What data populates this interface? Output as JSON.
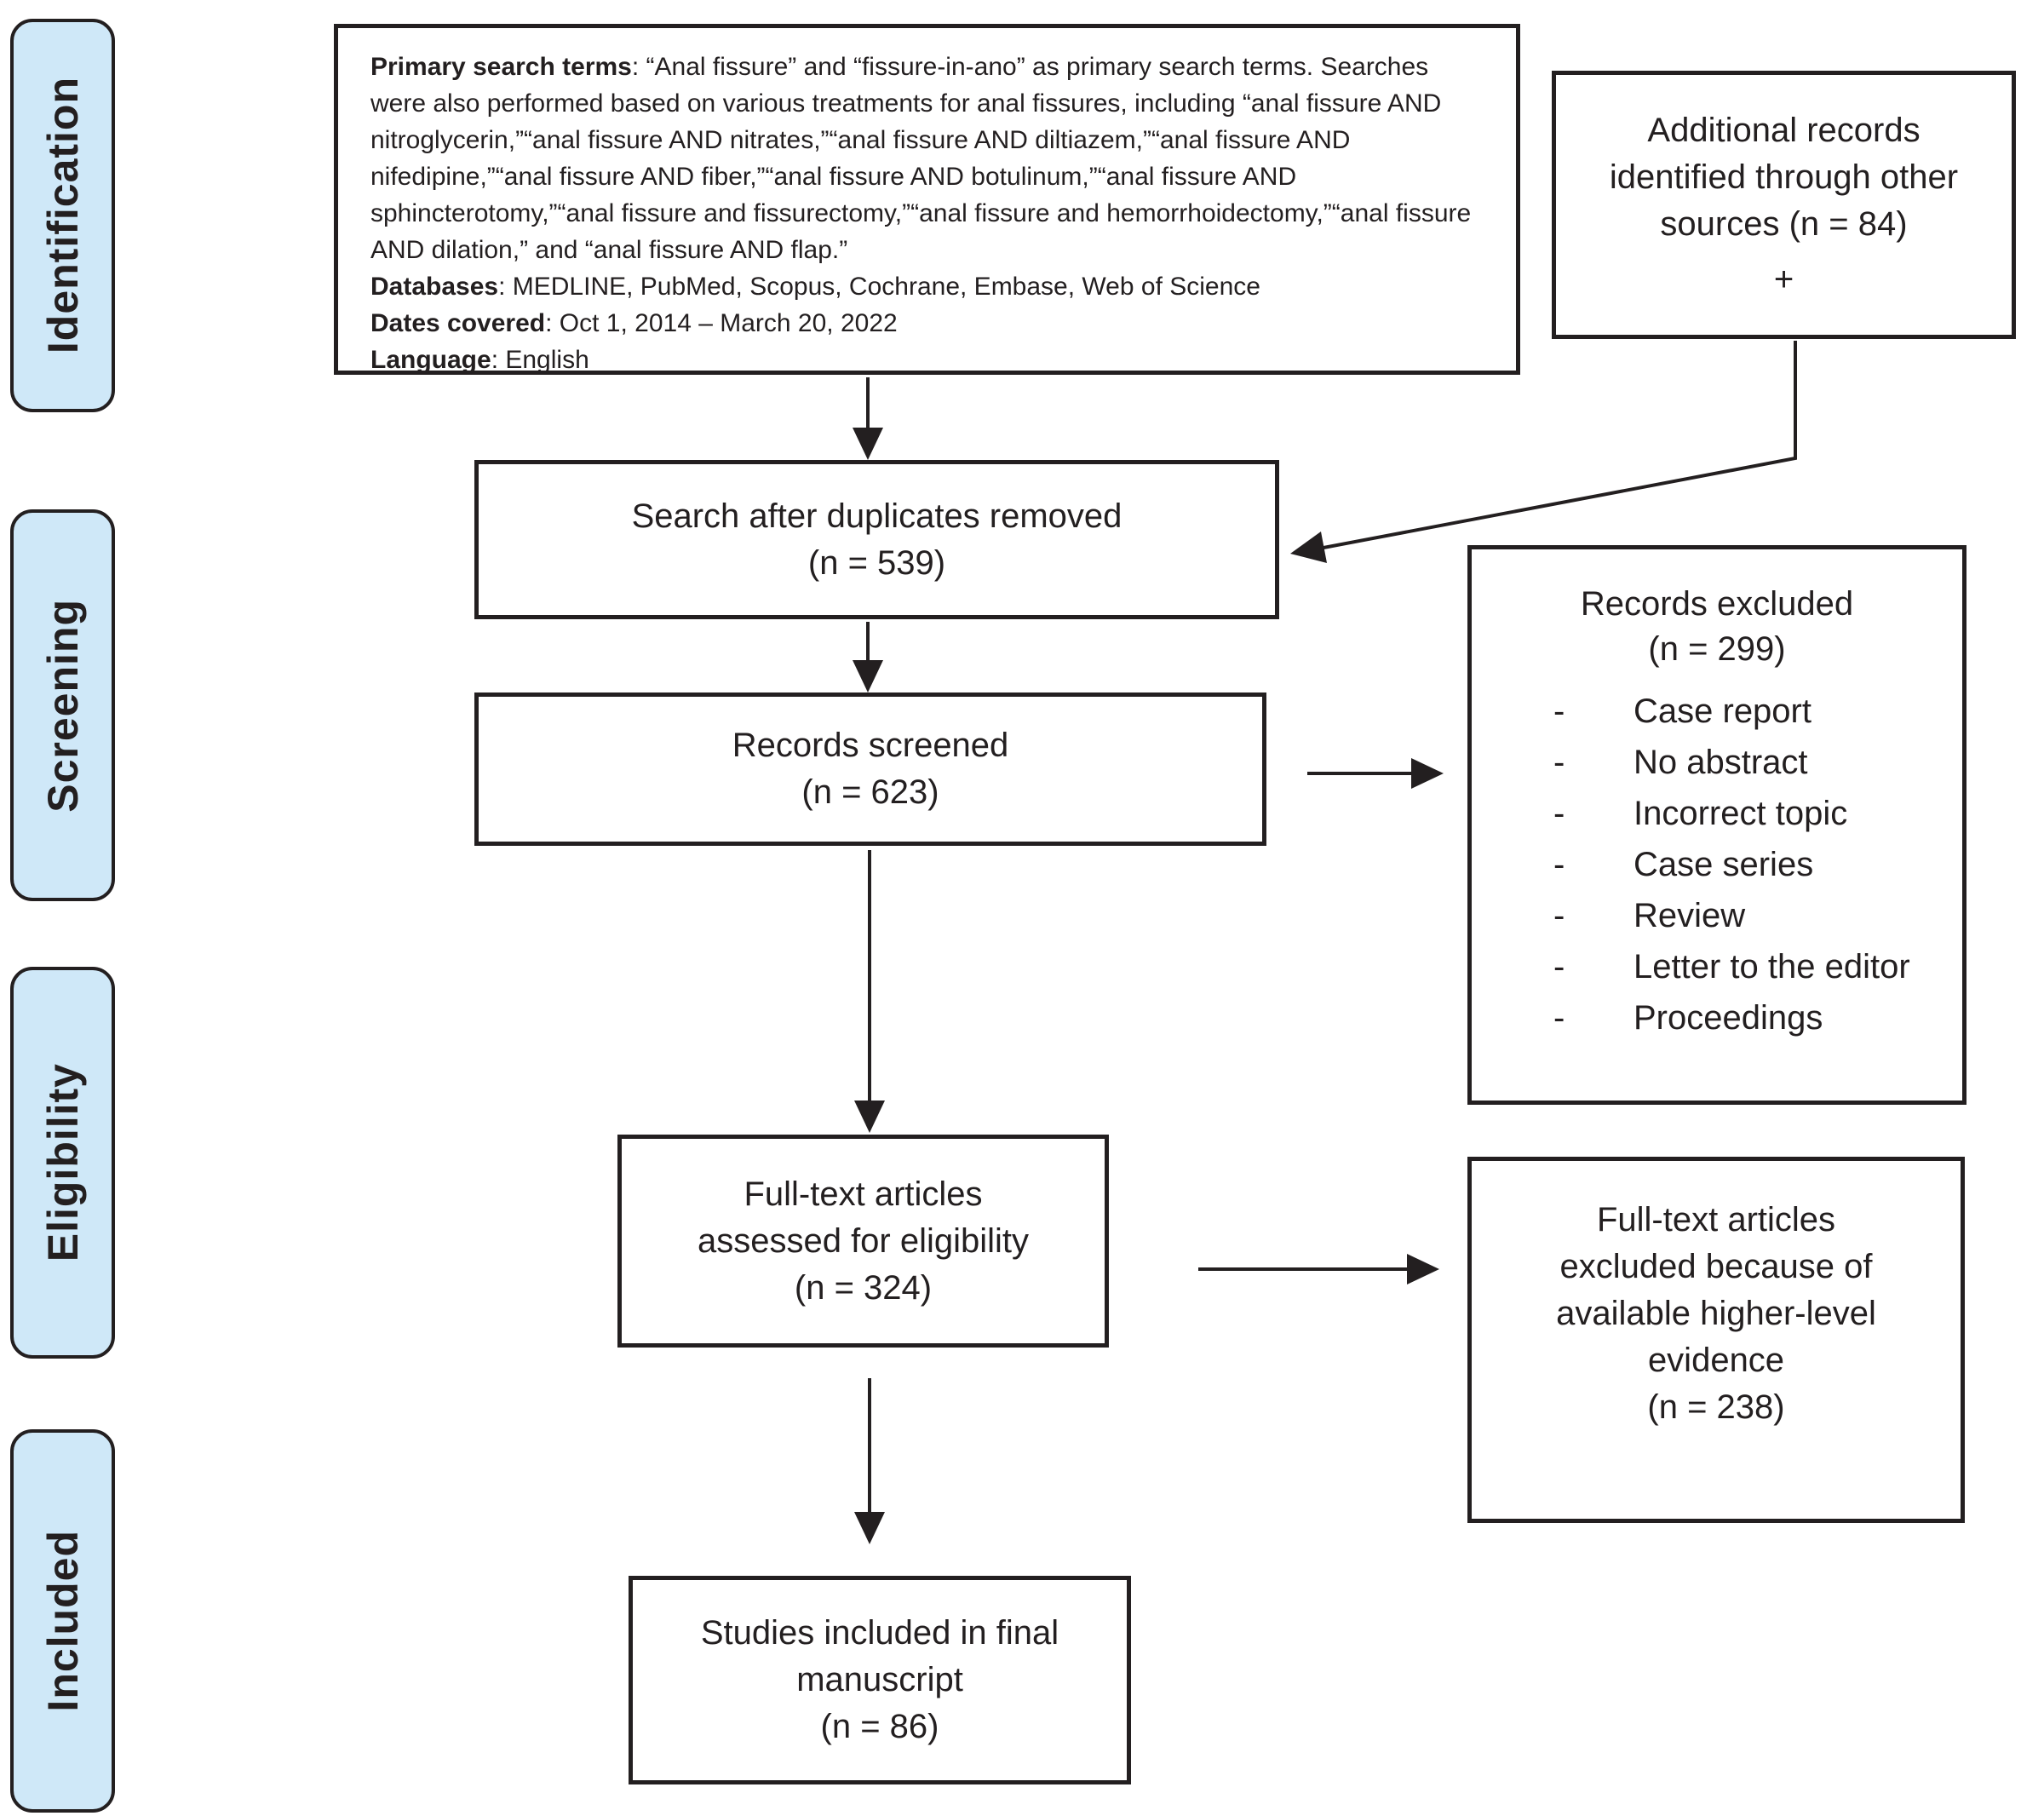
{
  "stages": [
    {
      "label": "Identification"
    },
    {
      "label": "Screening"
    },
    {
      "label": "Eligibility"
    },
    {
      "label": "Included"
    }
  ],
  "search_box": {
    "primary_label": "Primary search terms",
    "primary_text": ": “Anal fissure” and “fissure-in-ano” as primary search terms. Searches were also performed based on various treatments for anal fissures, including “anal fissure AND nitroglycerin,”“anal fissure AND nitrates,”“anal fissure AND diltiazem,”“anal fissure AND nifedipine,”“anal fissure AND fiber,”“anal fissure AND botulinum,”“anal fissure AND sphincterotomy,”“anal fissure and fissurectomy,”“anal fissure and hemorrhoidectomy,”“anal fissure AND dilation,” and “anal fissure AND flap.”",
    "databases_label": "Databases",
    "databases_text": ": MEDLINE, PubMed, Scopus, Cochrane, Embase, Web of Science",
    "dates_label": "Dates covered",
    "dates_text": ": Oct 1, 2014 – March 20, 2022",
    "language_label": "Language",
    "language_text": ": English"
  },
  "boxes": {
    "additional": {
      "line1": "Additional records",
      "line2": "identified through other",
      "line3": "sources (n = 84)",
      "plus": "+"
    },
    "duplicates": {
      "line1": "Search after duplicates removed",
      "line2": "(n = 539)"
    },
    "screened": {
      "line1": "Records screened",
      "line2": "(n = 623)"
    },
    "excluded": {
      "title1": "Records excluded",
      "title2": "(n = 299)",
      "bullet": "-",
      "reasons": [
        "Case report",
        "No abstract",
        "Incorrect topic",
        "Case series",
        "Review",
        "Letter to the editor",
        "Proceedings"
      ]
    },
    "fulltext": {
      "line1": "Full-text articles",
      "line2": "assessed for eligibility",
      "line3": "(n = 324)"
    },
    "fulltext_excluded": {
      "line1": "Full-text articles",
      "line2": "excluded because of",
      "line3": "available higher-level",
      "line4": "evidence",
      "line5": "(n = 238)"
    },
    "included": {
      "line1": "Studies included in final",
      "line2": "manuscript",
      "line3": "(n = 86)"
    }
  },
  "colors": {
    "stage_fill": "#cfe8f8",
    "line_color": "#231f20",
    "box_background": "#ffffff"
  }
}
